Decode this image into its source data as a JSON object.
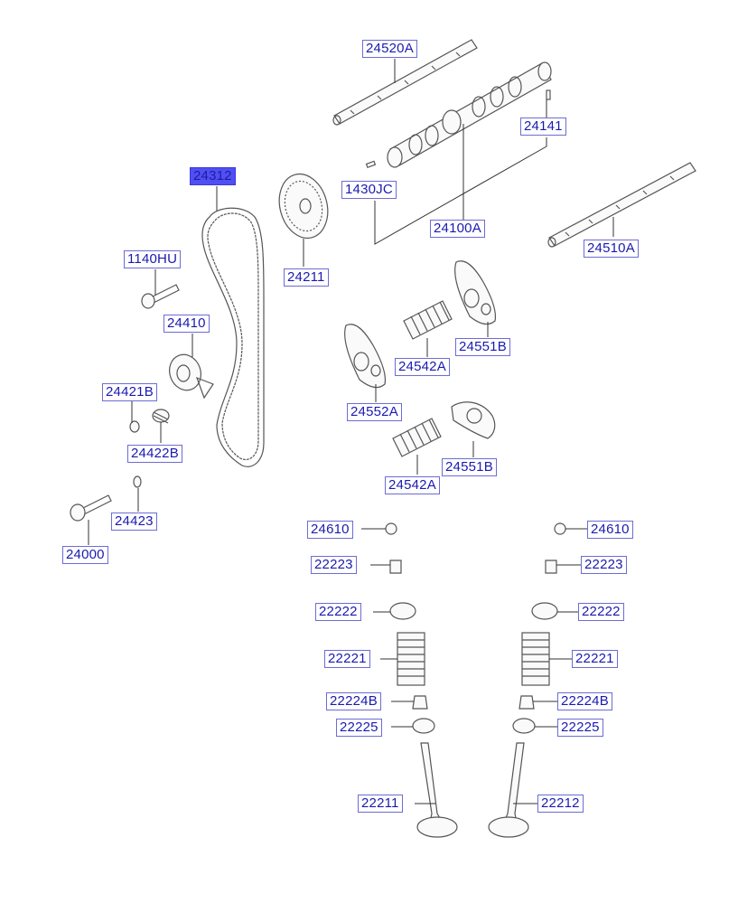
{
  "diagram": {
    "title": "Camshaft & Valve",
    "selected_part": "24312",
    "colors": {
      "label_border": "#6c6cd6",
      "label_text": "#1a1ab0",
      "selected_fill": "#4f4ff5",
      "line": "#333333"
    },
    "labels": {
      "p24520A": "24520A",
      "p24141": "24141",
      "p24312": "24312",
      "p1430JC": "1430JC",
      "p24100A": "24100A",
      "p24510A": "24510A",
      "p24211": "24211",
      "p1140HU": "1140HU",
      "p24410": "24410",
      "p24542A_1": "24542A",
      "p24551B_1": "24551B",
      "p24421B": "24421B",
      "p24552A": "24552A",
      "p24422B": "24422B",
      "p24551B_2": "24551B",
      "p24542A_2": "24542A",
      "p24423": "24423",
      "p24000": "24000",
      "p24610_L": "24610",
      "p24610_R": "24610",
      "p22223_L": "22223",
      "p22223_R": "22223",
      "p22222_L": "22222",
      "p22222_R": "22222",
      "p22221_L": "22221",
      "p22221_R": "22221",
      "p22224B_L": "22224B",
      "p22224B_R": "22224B",
      "p22225_L": "22225",
      "p22225_R": "22225",
      "p22211": "22211",
      "p22212": "22212"
    }
  }
}
